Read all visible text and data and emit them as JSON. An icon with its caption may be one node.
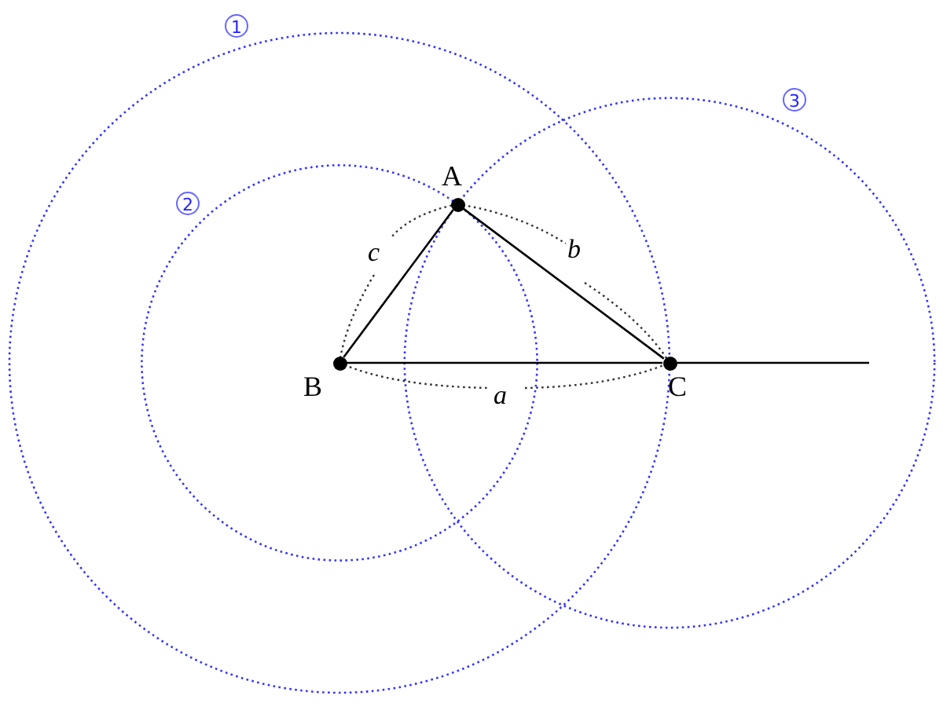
{
  "diagram": {
    "nodes": [
      {
        "text": [
          "A"
        ]
      },
      {
        "text": [
          "B"
        ]
      },
      {
        "text": [
          "C"
        ]
      }
    ],
    "edges": [
      {
        "from": 1,
        "to": 0,
        "arrow": "none"
      },
      {
        "from": 0,
        "to": 2,
        "arrow": "none"
      },
      {
        "from": 1,
        "to": 2,
        "arrow": "none"
      }
    ],
    "labels": [
      "1",
      "2",
      "c",
      "b",
      "3",
      "a"
    ]
  }
}
